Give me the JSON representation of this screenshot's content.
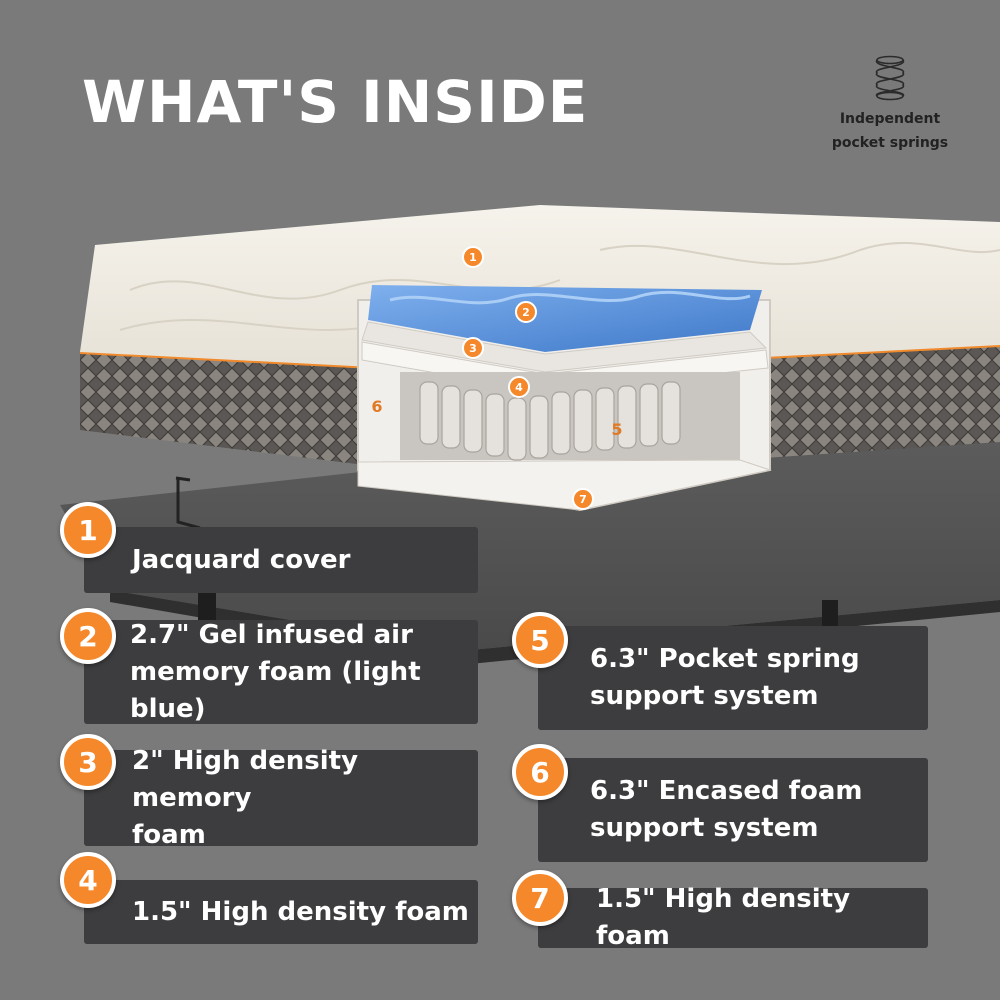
{
  "header": {
    "title": "WHAT'S INSIDE"
  },
  "badge": {
    "icon": "coil-spring-icon",
    "line1": "Independent",
    "line2": "pocket springs"
  },
  "colors": {
    "accent": "#f5882a",
    "card_bg": "#3d3d3f",
    "background": "#7a7a7a",
    "gel_foam": "#5b8fd6"
  },
  "markers": [
    "1",
    "2",
    "3",
    "4",
    "5",
    "6",
    "7"
  ],
  "layers": [
    {
      "number": "1",
      "line1": "Jacquard cover",
      "line2": ""
    },
    {
      "number": "2",
      "line1": "2.7\" Gel infused air",
      "line2": "memory foam (light blue)"
    },
    {
      "number": "3",
      "line1": "2\" High density memory",
      "line2": "foam"
    },
    {
      "number": "4",
      "line1": "1.5\" High density foam",
      "line2": ""
    },
    {
      "number": "5",
      "line1": "6.3\" Pocket spring",
      "line2": "support system"
    },
    {
      "number": "6",
      "line1": "6.3\" Encased foam",
      "line2": "support system"
    },
    {
      "number": "7",
      "line1": "1.5\" High density foam",
      "line2": ""
    }
  ]
}
